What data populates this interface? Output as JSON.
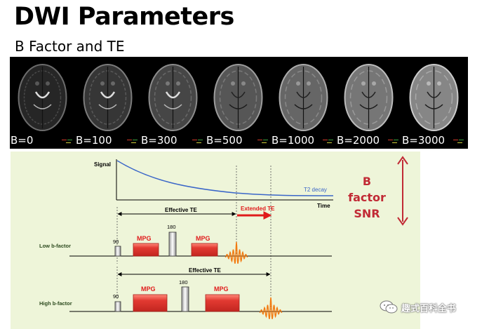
{
  "slide": {
    "title": "DWI Parameters",
    "subtitle": "B Factor and TE"
  },
  "images": [
    {
      "label": "B=0"
    },
    {
      "label": "B=100"
    },
    {
      "label": "B=300"
    },
    {
      "label": "B=500"
    },
    {
      "label": "B=1000"
    },
    {
      "label": "B=2000"
    },
    {
      "label": "B=3000"
    }
  ],
  "diagram": {
    "signal_label": "Signal",
    "time_label": "Time",
    "decay_label": "T2 decay",
    "effective_te_1": "Effective TE",
    "extended_te": "Extended TE",
    "effective_te_2": "Effective TE",
    "low_b_label": "Low b-factor",
    "high_b_label": "High b-factor",
    "pulse_90": "90",
    "pulse_180": "180",
    "mpg": "MPG"
  },
  "annotation": {
    "line1": "B factor",
    "line2": "SNR"
  },
  "watermark": {
    "text": "趣式百科全书",
    "icon": "wechat-icon"
  },
  "colors": {
    "background": "#ffffff",
    "diagram_bg": "#eef5d9",
    "mpg_red": "#e23a32",
    "decay_blue": "#3a66c8",
    "echo_orange": "#f27a10",
    "annotation_red": "#c12a35"
  }
}
